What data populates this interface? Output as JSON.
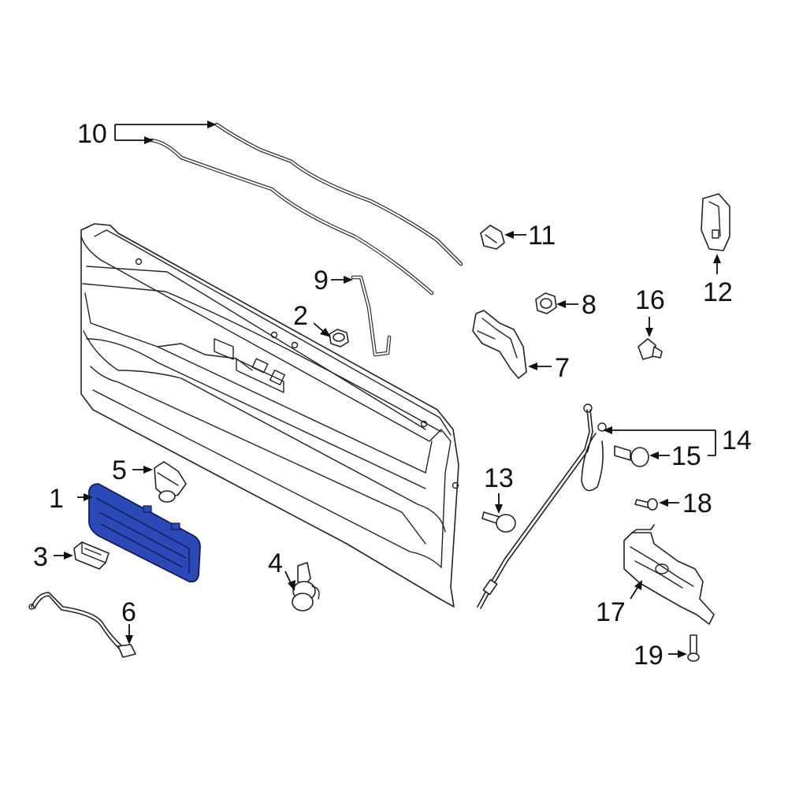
{
  "diagram": {
    "highlight_color": "#2c49b8",
    "line_color": "#222222",
    "callouts": [
      {
        "id": "1",
        "label": "1"
      },
      {
        "id": "2",
        "label": "2"
      },
      {
        "id": "3",
        "label": "3"
      },
      {
        "id": "4",
        "label": "4"
      },
      {
        "id": "5",
        "label": "5"
      },
      {
        "id": "6",
        "label": "6"
      },
      {
        "id": "7",
        "label": "7"
      },
      {
        "id": "8",
        "label": "8"
      },
      {
        "id": "9",
        "label": "9"
      },
      {
        "id": "10",
        "label": "10"
      },
      {
        "id": "11",
        "label": "11"
      },
      {
        "id": "12",
        "label": "12"
      },
      {
        "id": "13",
        "label": "13"
      },
      {
        "id": "14",
        "label": "14"
      },
      {
        "id": "15",
        "label": "15"
      },
      {
        "id": "16",
        "label": "16"
      },
      {
        "id": "17",
        "label": "17"
      },
      {
        "id": "18",
        "label": "18"
      },
      {
        "id": "19",
        "label": "19"
      }
    ]
  }
}
